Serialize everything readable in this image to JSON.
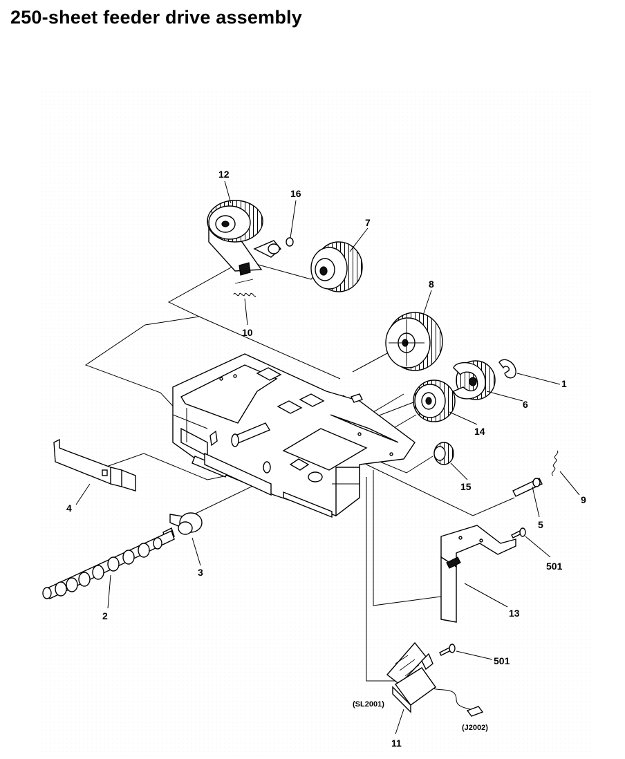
{
  "title": "250-sheet feeder drive assembly",
  "callouts": {
    "c1": "1",
    "c2": "2",
    "c3": "3",
    "c4": "4",
    "c5": "5",
    "c6": "6",
    "c7": "7",
    "c8": "8",
    "c9": "9",
    "c10": "10",
    "c11": "11",
    "c12": "12",
    "c13": "13",
    "c14": "14",
    "c15": "15",
    "c16": "16",
    "c501a": "501",
    "c501b": "501",
    "sl2001": "(SL2001)",
    "j2002": "(J2002)"
  },
  "colors": {
    "ink": "#000000",
    "paper": "#ffffff",
    "frame_shade": "#f4f4f4"
  }
}
